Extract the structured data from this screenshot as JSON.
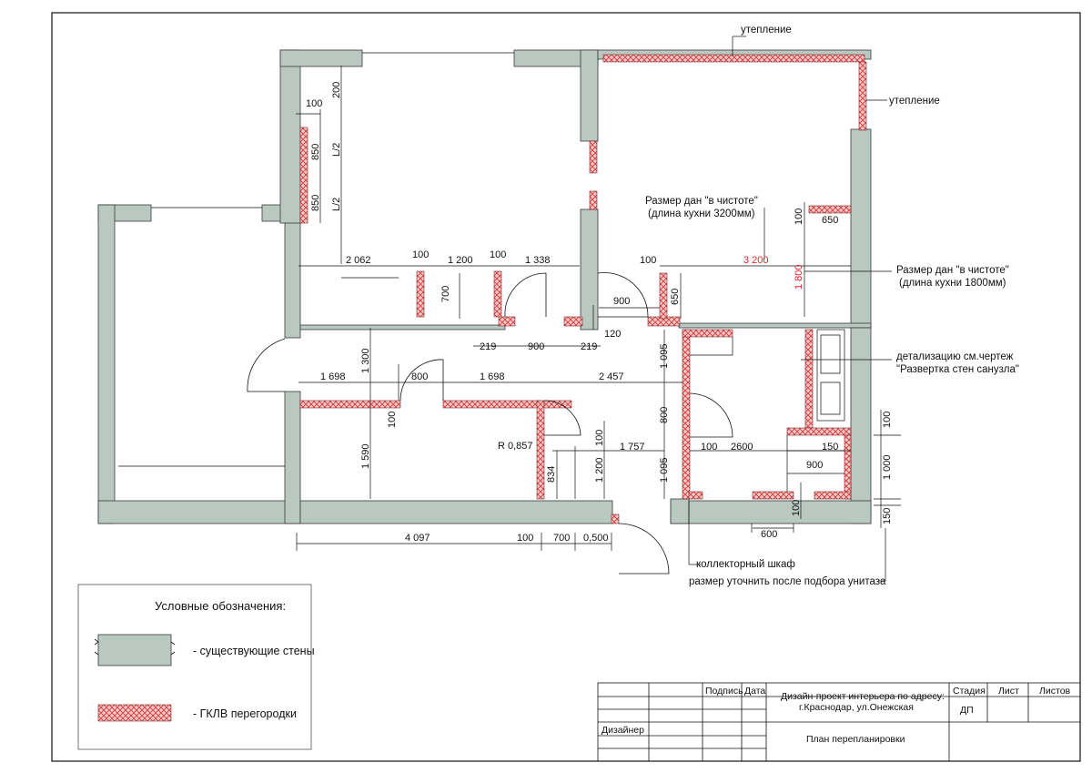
{
  "annotations": {
    "insulation_top": "утепление",
    "insulation_right": "утепление",
    "kitchen_note_1_line1": "Размер дан \"в чистоте\"",
    "kitchen_note_1_line2": "(длина кухни 3200мм)",
    "kitchen_note_2_line1": "Размер дан \"в чистоте\"",
    "kitchen_note_2_line2": "(длина кухни 1800мм)",
    "bathroom_note_line1": "детализацию см.чертеж",
    "bathroom_note_line2": "\"Развертка стен санузла\"",
    "collector_note": "коллекторный шкаф",
    "toilet_note": "размер уточнить после подбора унитаза"
  },
  "dimensions": {
    "d_100_a": "100",
    "d_200": "200",
    "d_850_a": "850",
    "d_l2_a": "L/2",
    "d_850_b": "850",
    "d_l2_b": "L/2",
    "d_2062": "2 062",
    "d_100_b": "100",
    "d_1200_a": "1 200",
    "d_100_c": "100",
    "d_1338": "1 338",
    "d_700_a": "700",
    "d_900_a": "900",
    "d_650_a": "650",
    "d_100_d": "100",
    "d_650_b": "650",
    "d_100_e": "100",
    "d_3200": "3 200",
    "d_1800": "1 800",
    "d_120": "120",
    "d_219_a": "219",
    "d_900_b": "900",
    "d_219_b": "219",
    "d_1300": "1 300",
    "d_1698_a": "1 698",
    "d_800_a": "800",
    "d_1698_b": "1 698",
    "d_2457": "2 457",
    "d_1095_a": "1 095",
    "d_100_f": "100",
    "d_800_b": "800",
    "d_r0857": "R 0,857",
    "d_100_g": "100",
    "d_1757": "1 757",
    "d_1590": "1 590",
    "d_834": "834",
    "d_1200_b": "1 200",
    "d_1095_b": "1 095",
    "d_100_h": "100",
    "d_2600": "2600",
    "d_150_a": "150",
    "d_900_c": "900",
    "d_100_i": "100",
    "d_1000": "1 000",
    "d_100_j": "100",
    "d_150_b": "150",
    "d_600": "600",
    "d_4097": "4 097",
    "d_100_k": "100",
    "d_700_b": "700",
    "d_0500": "0,500"
  },
  "legend": {
    "title": "Условные обозначения:",
    "existing_walls": "- существующие стены",
    "gklv": "- ГКЛВ перегородки"
  },
  "title_block": {
    "signature": "Подпись",
    "date": "Дата",
    "project_line1": "Дизайн-проект интерьера по адресу:",
    "project_line2": "г.Краснодар, ул.Онежская",
    "stage": "Стадия",
    "sheet": "Лист",
    "sheets": "Листов",
    "stage_value": "ДП",
    "designer": "Дизайнер",
    "drawing_name": "План  перепланировки"
  },
  "colors": {
    "existing_wall": "#b9c9c1",
    "gklv_fill": "#f6c9c9",
    "gklv_hatch": "#d63a3a",
    "accent_dimension": "#e0202a"
  }
}
